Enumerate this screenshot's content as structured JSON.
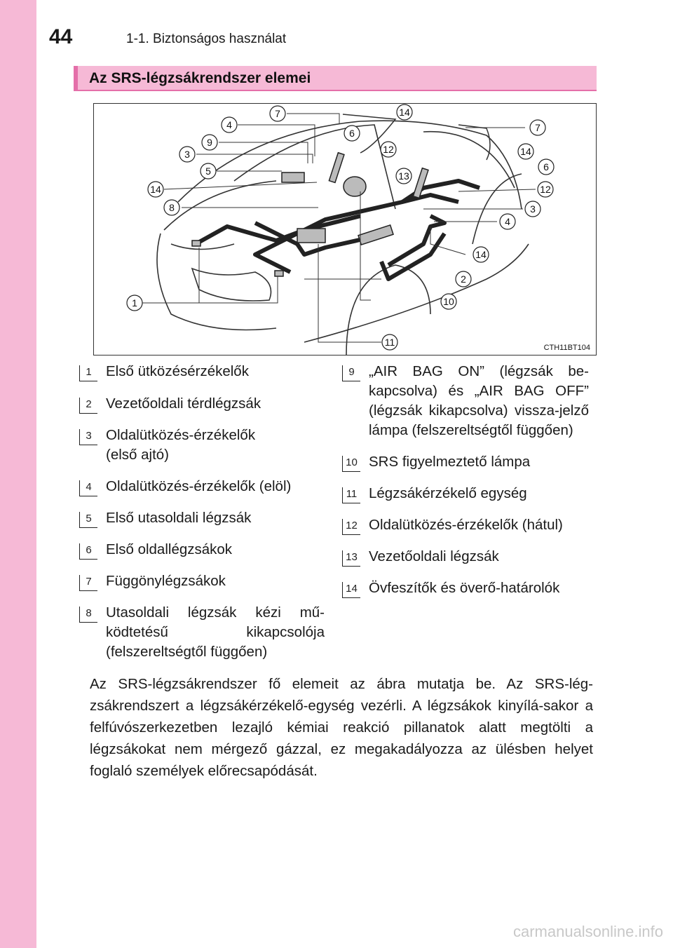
{
  "header": {
    "page_number": "44",
    "running_head": "1-1. Biztonságos használat"
  },
  "section": {
    "title": "Az SRS-légzsákrendszer elemei"
  },
  "figure": {
    "code": "CTH11BT104",
    "callouts": [
      "1",
      "2",
      "3",
      "4",
      "5",
      "6",
      "7",
      "8",
      "9",
      "10",
      "11",
      "12",
      "13",
      "14"
    ]
  },
  "legend": [
    {
      "num": "1",
      "text": "Első ütközésérzékelők"
    },
    {
      "num": "2",
      "text": "Vezetőoldali térdlégzsák"
    },
    {
      "num": "3",
      "text": "Oldalütközés-érzékelők (első ajtó)"
    },
    {
      "num": "4",
      "text": "Oldalütközés-érzékelők (elöl)"
    },
    {
      "num": "5",
      "text": "Első utasoldali légzsák"
    },
    {
      "num": "6",
      "text": "Első oldallégzsákok"
    },
    {
      "num": "7",
      "text": "Függönylégzsákok"
    },
    {
      "num": "8",
      "text": "Utasoldali légzsák kézi mű-ködtetésű kikapcsolója (felszereltségtől függően)"
    },
    {
      "num": "9",
      "text": "„AIR BAG ON” (légzsák be-kapcsolva) és „AIR BAG OFF” (légzsák kikapcsolva) vissza-jelző lámpa (felszereltségtől függően)"
    },
    {
      "num": "10",
      "text": "SRS figyelmeztető lámpa"
    },
    {
      "num": "11",
      "text": "Légzsákérzékelő egység"
    },
    {
      "num": "12",
      "text": "Oldalütközés-érzékelők (hátul)"
    },
    {
      "num": "13",
      "text": "Vezetőoldali légzsák"
    },
    {
      "num": "14",
      "text": "Övfeszítők és överő-határolók"
    }
  ],
  "body_text": "Az SRS-légzsákrendszer fő elemeit az ábra mutatja be. Az SRS-lég-zsákrendszert a légzsákérzékelő-egység vezérli. A légzsákok kinyílá-sakor a felfúvószerkezetben lezajló kémiai reakció pillanatok alatt megtölti a légzsákokat nem mérgező gázzal, ez megakadályozza az ülésben helyet foglaló személyek előrecsapódását.",
  "watermark": "carmanualsonline.info",
  "colors": {
    "side_band": "#f6b9d6",
    "section_accent": "#e46fa9"
  }
}
